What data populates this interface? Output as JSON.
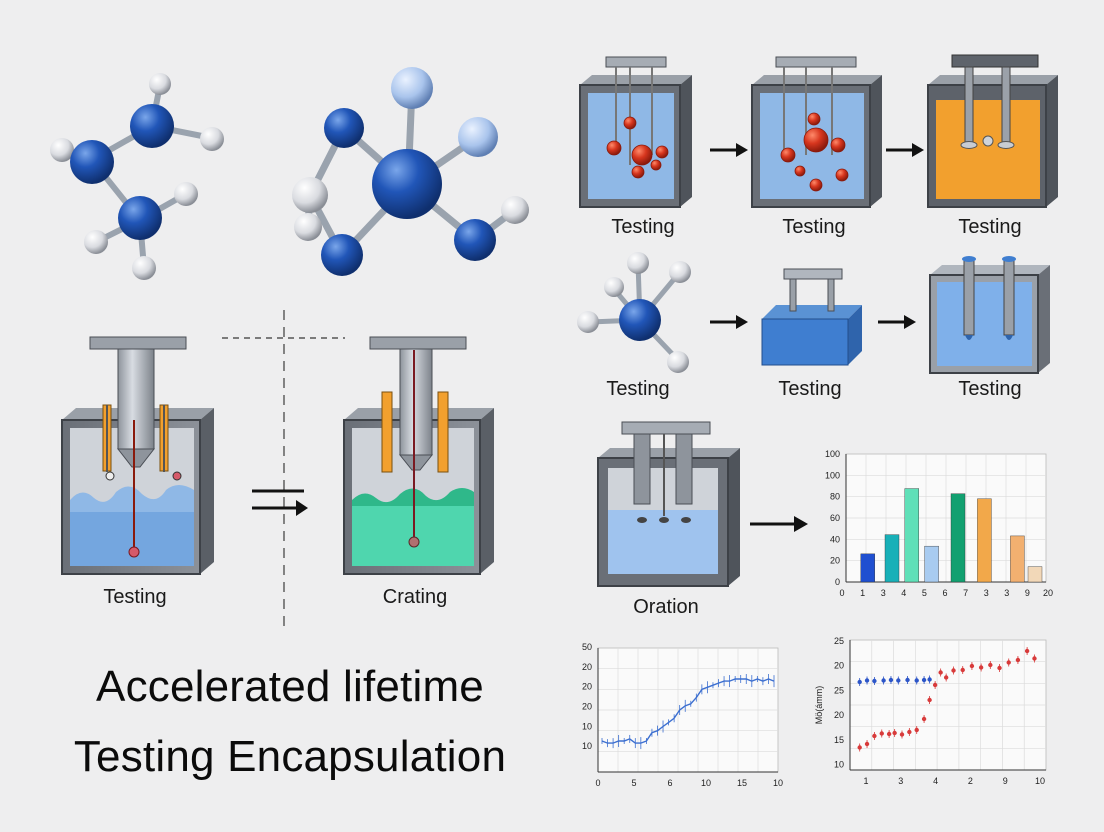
{
  "labels": {
    "left_before": "Testing",
    "left_after": "Crating",
    "top_row": [
      "Testing",
      "Testing",
      "Testing"
    ],
    "mid_row": [
      "Testing",
      "Testing",
      "Testing"
    ],
    "oration": "Oration"
  },
  "title": {
    "line1": "Accelerated lifetime",
    "line2": "Testing Encapsulation"
  },
  "colors": {
    "molecule_blue": "#1f4fa8",
    "bath_blue": "#8fb8e6",
    "bath_green": "#4fd6ae",
    "bath_orange": "#f2a02e",
    "red_molecule": "#d7361e"
  },
  "chart_data": [
    {
      "type": "bar",
      "y_ticks": [
        "100",
        "100",
        "80",
        "60",
        "40",
        "20",
        "0"
      ],
      "x_ticks": [
        "0",
        "1",
        "3",
        "4",
        "5",
        "6",
        "7",
        "3",
        "3",
        "9",
        "20"
      ],
      "bars": [
        {
          "value": 22,
          "color": "#1f4fd0"
        },
        {
          "value": 37,
          "color": "#18b0b8"
        },
        {
          "value": 73,
          "color": "#5fe0b8"
        },
        {
          "value": 28,
          "color": "#a8cbf0"
        },
        {
          "value": 69,
          "color": "#12a070"
        },
        {
          "value": 65,
          "color": "#f2a84a"
        },
        {
          "value": 36,
          "color": "#f2b070"
        },
        {
          "value": 12,
          "color": "#f2d8b8"
        }
      ],
      "ylim": [
        0,
        100
      ]
    },
    {
      "type": "line",
      "y_ticks": [
        "50",
        "20",
        "20",
        "20",
        "10",
        "10"
      ],
      "x_ticks": [
        "0",
        "5",
        "6",
        "10",
        "15",
        "10"
      ],
      "series": [
        {
          "values": [
            15,
            14,
            14,
            15,
            15,
            16,
            14,
            14,
            15,
            19,
            20,
            22,
            24,
            26,
            30,
            32,
            33,
            36,
            40,
            41,
            42,
            43,
            44,
            44,
            45,
            45,
            45,
            44,
            45,
            44,
            45,
            44
          ],
          "color": "#3c6fd0"
        }
      ],
      "ylim": [
        0,
        60
      ]
    },
    {
      "type": "scatter",
      "y_ticks": [
        "25",
        "20",
        "25",
        "20",
        "15",
        "10"
      ],
      "x_ticks": [
        "1",
        "3",
        "4",
        "2",
        "9",
        "10"
      ],
      "ylabel": "Mö(ámm)",
      "series": [
        {
          "color": "#2c55c8",
          "values": [
            [
              0.2,
              22.6
            ],
            [
              0.6,
              22.9
            ],
            [
              1.0,
              22.8
            ],
            [
              1.5,
              22.9
            ],
            [
              1.9,
              23.0
            ],
            [
              2.3,
              22.9
            ],
            [
              2.8,
              23.0
            ],
            [
              3.3,
              22.9
            ],
            [
              3.7,
              23.0
            ],
            [
              4.0,
              23.1
            ]
          ]
        },
        {
          "color": "#d83a3a",
          "values": [
            [
              0.2,
              9.5
            ],
            [
              0.6,
              10.2
            ],
            [
              1.0,
              11.8
            ],
            [
              1.4,
              12.3
            ],
            [
              1.8,
              12.2
            ],
            [
              2.1,
              12.4
            ],
            [
              2.5,
              12.1
            ],
            [
              2.9,
              12.6
            ],
            [
              3.3,
              13.0
            ],
            [
              3.7,
              15.2
            ],
            [
              4.0,
              19.0
            ],
            [
              4.3,
              22.0
            ],
            [
              4.6,
              24.5
            ],
            [
              4.9,
              23.5
            ],
            [
              5.3,
              24.9
            ],
            [
              5.8,
              25.0
            ],
            [
              6.3,
              25.8
            ],
            [
              6.8,
              25.5
            ],
            [
              7.3,
              26.0
            ],
            [
              7.8,
              25.4
            ],
            [
              8.3,
              26.5
            ],
            [
              8.8,
              27.0
            ],
            [
              9.3,
              28.8
            ],
            [
              9.7,
              27.3
            ]
          ]
        }
      ],
      "ylim": [
        5,
        31
      ]
    }
  ]
}
